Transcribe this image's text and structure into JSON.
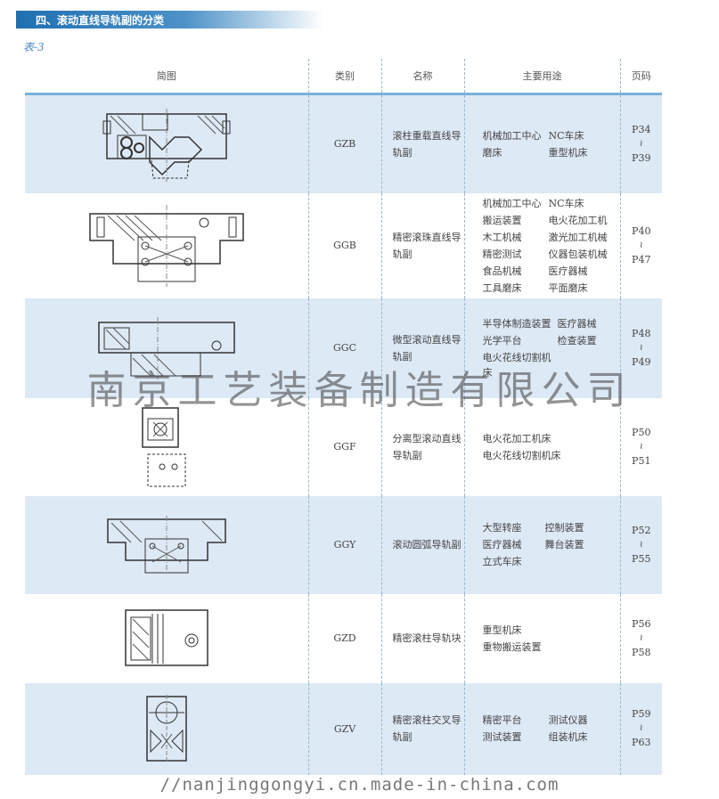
{
  "header": {
    "title": "四、滚动直线导轨副的分类"
  },
  "table_label": "表-3",
  "columns": [
    "简图",
    "类别",
    "名称",
    "主要用途",
    "页码"
  ],
  "rows": [
    {
      "code": "GZB",
      "name": "滚柱重载直线导轨副",
      "uses": [
        "机械加工中心",
        "NC车床",
        "磨床",
        "重型机床"
      ],
      "page_from": "P34",
      "page_sep": "≀",
      "page_to": "P39"
    },
    {
      "code": "GGB",
      "name": "精密滚珠直线导轨副",
      "uses": [
        "机械加工中心",
        "NC车床",
        "搬运装置",
        "电火花加工机",
        "木工机械",
        "激光加工机械",
        "精密测试",
        "仪器包装机械",
        "食品机械",
        "医疗器械",
        "工具磨床",
        "平面磨床"
      ],
      "page_from": "P40",
      "page_sep": "≀",
      "page_to": "P47"
    },
    {
      "code": "GGC",
      "name": "微型滚动直线导轨副",
      "uses": [
        "半导体制造装置",
        "医疗器械",
        "光学平台",
        "检查装置",
        "电火花线切割机床",
        ""
      ],
      "page_from": "P48",
      "page_sep": "≀",
      "page_to": "P49"
    },
    {
      "code": "GGF",
      "name": "分离型滚动直线导轨副",
      "uses": [
        "电火花加工机床",
        "",
        "电火花线切割机床",
        ""
      ],
      "page_from": "P50",
      "page_sep": "≀",
      "page_to": "P51"
    },
    {
      "code": "GGY",
      "name": "滚动圆弧导轨副",
      "uses": [
        "大型转座",
        "控制装置",
        "医疗器械",
        "舞台装置",
        "立式车床",
        ""
      ],
      "page_from": "P52",
      "page_sep": "≀",
      "page_to": "P55"
    },
    {
      "code": "GZD",
      "name": "精密滚柱导轨块",
      "uses": [
        "重型机床",
        "",
        "重物搬运装置",
        ""
      ],
      "page_from": "P56",
      "page_sep": "≀",
      "page_to": "P58"
    },
    {
      "code": "GZV",
      "name": "精密滚柱交叉导轨副",
      "uses": [
        "精密平台",
        "测试仪器",
        "测试装置",
        "组装机床"
      ],
      "page_from": "P59",
      "page_sep": "≀",
      "page_to": "P63"
    }
  ],
  "watermark": "南京工艺装备制造有限公司",
  "footer_url": "//nanjinggongyi.cn.made-in-china.com",
  "colors": {
    "header_bar": "#1f6fb0",
    "row_shade": "#dde9f5",
    "rule": "#7bb0d8"
  }
}
